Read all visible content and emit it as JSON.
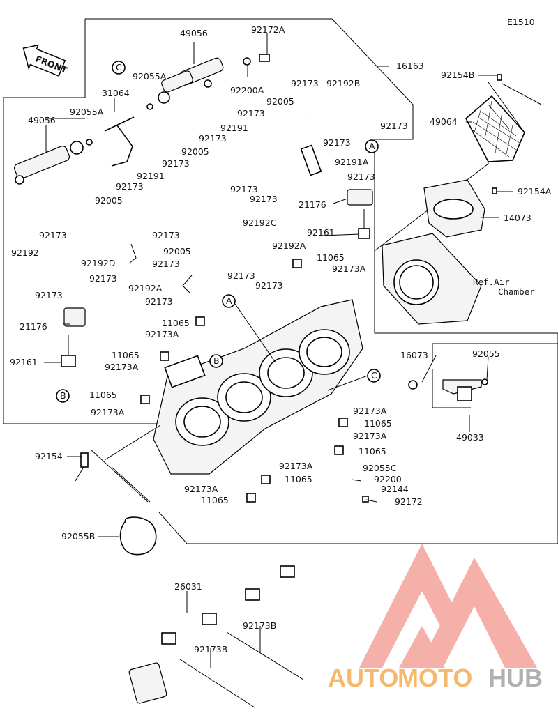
{
  "diagram_code": "E1510",
  "front_label": "FRONT",
  "ref_text": [
    "Ref.Air",
    "Chamber"
  ],
  "callouts": [
    "A",
    "B",
    "C"
  ],
  "parts": {
    "p16163": "16163",
    "p49056_top": "49056",
    "p49056_left": "49056",
    "p92172A": "92172A",
    "p92055A_top": "92055A",
    "p92055A_left": "92055A",
    "p92200A": "92200A",
    "p31064": "31064",
    "p92154B": "92154B",
    "p49064": "49064",
    "p92154A": "92154A",
    "p14073": "14073",
    "p92192B": "92192B",
    "p92191A": "92191A",
    "p92191_1": "92191",
    "p92191_2": "92191",
    "p92005_1": "92005",
    "p92005_2": "92005",
    "p92005_3": "92005",
    "p92005_4": "92005",
    "p92192C": "92192C",
    "p92192": "92192",
    "p92192D": "92192D",
    "p92192A": "92192A",
    "p92192A_2": "92192A",
    "p21176_1": "21176",
    "p21176_2": "21176",
    "p92161_1": "92161",
    "p92161_2": "92161",
    "p11065": "11065",
    "p92173A": "92173A",
    "p92173": "92173",
    "p16073": "16073",
    "p92055": "92055",
    "p49033": "49033",
    "p92154": "92154",
    "p92055C": "92055C",
    "p92200": "92200",
    "p92144": "92144",
    "p92172": "92172",
    "p92055B": "92055B",
    "p26031": "26031",
    "p92173B": "92173B"
  },
  "watermark": {
    "part1": "AUTO",
    "part2": "MOTO",
    "part3": "HUB"
  },
  "colors": {
    "watermark_orange": "#f6b96b",
    "watermark_gray": "#b0b0b0",
    "watermark_red": "#f1948a"
  }
}
